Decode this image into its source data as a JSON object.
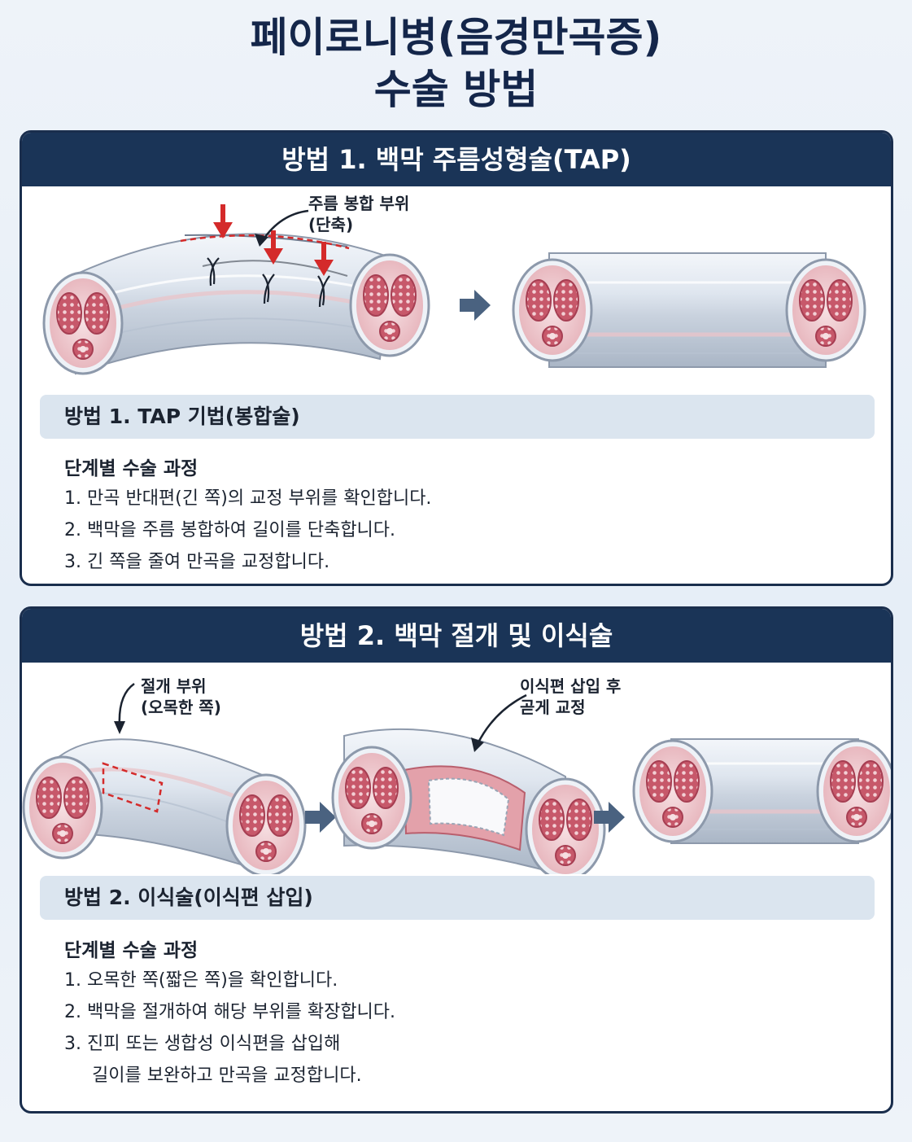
{
  "title": {
    "line1": "페이로니병(음경만곡증)",
    "line2": "수술 방법"
  },
  "method1": {
    "header": "방법 1. 백막 주름성형술(TAP)",
    "annotation": {
      "line1": "주름 봉합 부위",
      "line2": "(단축)"
    },
    "subtitle": "방법 1. TAP 기법(봉합술)",
    "steps_title": "단계별 수술 과정",
    "steps": [
      "1. 만곡 반대편(긴 쪽)의 교정 부위를 확인합니다.",
      "2. 백막을 주름 봉합하여 길이를 단축합니다.",
      "3. 긴 쪽을 줄여 만곡을 교정합니다."
    ]
  },
  "method2": {
    "header": "방법 2. 백막 절개 및 이식술",
    "annotation_incision": {
      "line1": "절개 부위",
      "line2": "(오목한 쪽)"
    },
    "annotation_graft": {
      "line1": "이식편 삽입 후",
      "line2": "곧게 교정"
    },
    "subtitle": "방법 2. 이식술(이식편 삽입)",
    "steps_title": "단계별 수술 과정",
    "steps": [
      "1. 오목한 쪽(짧은 쪽)을 확인합니다.",
      "2. 백막을 절개하여 해당 부위를 확장합니다.",
      "3. 진피 또는 생합성 이식편을 삽입해"
    ],
    "step3_cont": "길이를 보완하고 만곡을 교정합니다."
  },
  "colors": {
    "navy": "#1a3457",
    "highlight_red": "#d42a2a",
    "tissue_pink": "#d9848c",
    "arrow_slate": "#4a6280"
  },
  "icons": [
    "red-down-arrow-icon",
    "curved-pointer-arrow-icon",
    "right-arrow-icon"
  ]
}
